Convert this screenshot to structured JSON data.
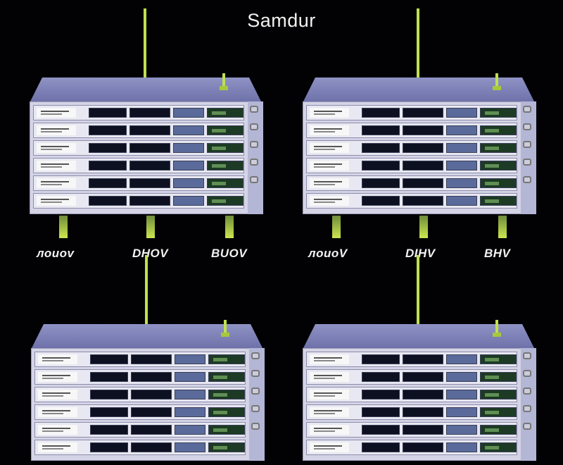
{
  "title": "Samdur",
  "units": [
    {
      "legs": [
        "лоиоv",
        "DHOV",
        "BUOV"
      ]
    },
    {
      "legs": [
        "лoиoV",
        "DIHV",
        "BHV"
      ]
    }
  ],
  "colors": {
    "background": "#020204",
    "rack_top": "#7c80b8",
    "rack_front": "#d4d4e6",
    "antenna": "#bfe050"
  },
  "icons": [
    "server-rack-icon",
    "antenna-icon"
  ]
}
